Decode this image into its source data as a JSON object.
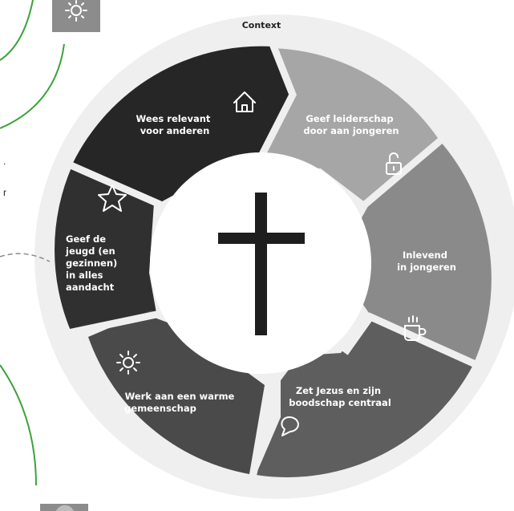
{
  "context_label": "Context",
  "center_symbol": "cross",
  "segments": [
    {
      "id": "relevant",
      "lines": [
        "Wees relevant",
        "voor anderen"
      ],
      "icon": "home-icon",
      "color": "#262626"
    },
    {
      "id": "leiderschap",
      "lines": [
        "Geef leiderschap",
        "door aan jongeren"
      ],
      "icon": "unlock-icon",
      "color": "#a6a6a6"
    },
    {
      "id": "inlevend",
      "lines": [
        "Inlevend",
        "in jongeren"
      ],
      "icon": "coffee-cup-icon",
      "color": "#8a8a8a"
    },
    {
      "id": "jezus",
      "lines": [
        "Zet Jezus en zijn",
        "boodschap centraal"
      ],
      "icon": "speech-bubble-icon",
      "color": "#5e5e5e"
    },
    {
      "id": "gemeenschap",
      "lines": [
        "Werk aan een warme",
        "gemeenschap"
      ],
      "icon": "sun-icon",
      "color": "#4a4a4a"
    },
    {
      "id": "jeugd",
      "lines": [
        "Geef de",
        "jeugd (en",
        "gezinnen)",
        "in alles",
        "aandacht"
      ],
      "icon": "star-icon",
      "color": "#303030"
    }
  ],
  "edge_fragments": [
    ".",
    "r"
  ],
  "colors": {
    "outer_ring": "#efefef",
    "center": "#ffffff",
    "cross": "#1e1e1e",
    "green_line": "#3aa33a",
    "dashed_line": "#8a8a8a",
    "corner_tile": "#8c8c8c"
  }
}
